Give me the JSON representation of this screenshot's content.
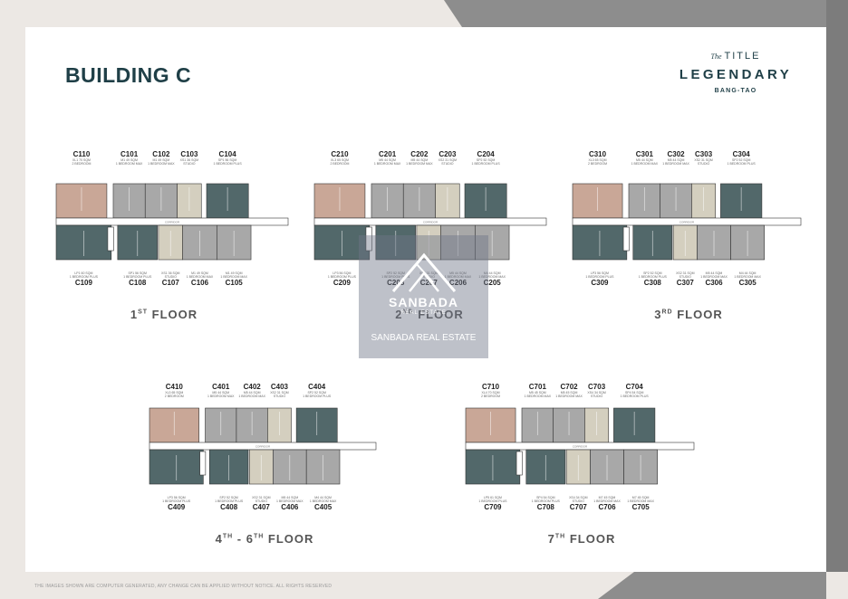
{
  "page": {
    "title": "BUILDING C",
    "footer_note": "THE IMAGES SHOWN ARE COMPUTER GENERATED, ANY CHANGE CAN BE APPLIED WITHOUT NOTICE. ALL RIGHTS RESERVED"
  },
  "logo": {
    "prefix": "The",
    "word": "TITLE",
    "main": "LEGENDARY",
    "sub": "BANG-TAO"
  },
  "colors": {
    "two_bedroom": "#c9a797",
    "one_bedroom_plus": "#52686a",
    "one_bedroom_max": "#a8a8a8",
    "studio": "#d4cfbf",
    "service": "#ffffff",
    "title": "#1f3f47"
  },
  "floors": [
    {
      "label": "1",
      "suffix": "ST",
      "word": "FLOOR",
      "wide": true,
      "corridor": "CORRIDOR",
      "top": [
        {
          "code": "C110",
          "size": "XL1 70 SQM",
          "type": "2 BEDROOM"
        },
        {
          "code": "C101",
          "size": "M1 49 SQM",
          "type": "1 BEDROOM MAX"
        },
        {
          "code": "C102",
          "size": "M1 49 SQM",
          "type": "1 BEDROOM MAX"
        },
        {
          "code": "C103",
          "size": "XS1 36 SQM",
          "type": "STUDIO"
        },
        {
          "code": "C104",
          "size": "SP1 56 SQM",
          "type": "1 BEDROOM PLUS"
        }
      ],
      "bottom": [
        {
          "code": "C109",
          "size": "LP1 60 SQM",
          "type": "1 BEDROOM PLUS"
        },
        {
          "code": "C108",
          "size": "SP1 56 SQM",
          "type": "1 BEDROOM PLUS"
        },
        {
          "code": "C107",
          "size": "XS1 36 SQM",
          "type": "STUDIO"
        },
        {
          "code": "C106",
          "size": "M1 49 SQM",
          "type": "1 BEDROOM MAX"
        },
        {
          "code": "C105",
          "size": "M1 49 SQM",
          "type": "1 BEDROOM MAX"
        }
      ]
    },
    {
      "label": "2",
      "suffix": "ND",
      "word": "FLOOR",
      "wide": true,
      "corridor": "CORRIDOR",
      "top": [
        {
          "code": "C210",
          "size": "XL3 65 SQM",
          "type": "2 BEDROOM"
        },
        {
          "code": "C201",
          "size": "M5 44 SQM",
          "type": "1 BEDROOM MAX"
        },
        {
          "code": "C202",
          "size": "M5 44 SQM",
          "type": "1 BEDROOM MAX"
        },
        {
          "code": "C203",
          "size": "XS2 31 SQM",
          "type": "STUDIO"
        },
        {
          "code": "C204",
          "size": "SP2 52 SQM",
          "type": "1 BEDROOM PLUS"
        }
      ],
      "bottom": [
        {
          "code": "C209",
          "size": "LP3 56 SQM",
          "type": "1 BEDROOM PLUS"
        },
        {
          "code": "C208",
          "size": "SP2 52 SQM",
          "type": "1 BEDROOM PLUS"
        },
        {
          "code": "C207",
          "size": "XS2 31 SQM",
          "type": "STUDIO"
        },
        {
          "code": "C206",
          "size": "M5 44 SQM",
          "type": "1 BEDROOM MAX"
        },
        {
          "code": "C205",
          "size": "M4 44 SQM",
          "type": "1 BEDROOM MAX"
        }
      ]
    },
    {
      "label": "3",
      "suffix": "RD",
      "word": "FLOOR",
      "wide": true,
      "corridor": "CORRIDOR",
      "top": [
        {
          "code": "C310",
          "size": "XL3 65 SQM",
          "type": "2 BEDROOM"
        },
        {
          "code": "C301",
          "size": "M5 44 SQM",
          "type": "1 BEDROOM MAX"
        },
        {
          "code": "C302",
          "size": "M5 44 SQM",
          "type": "1 BEDROOM MAX"
        },
        {
          "code": "C303",
          "size": "XS2 31 SQM",
          "type": "STUDIO"
        },
        {
          "code": "C304",
          "size": "SP2 52 SQM",
          "type": "1 BEDROOM PLUS"
        }
      ],
      "bottom": [
        {
          "code": "C309",
          "size": "LP3 56 SQM",
          "type": "1 BEDROOM PLUS"
        },
        {
          "code": "C308",
          "size": "SP2 52 SQM",
          "type": "1 BEDROOM PLUS"
        },
        {
          "code": "C307",
          "size": "XS2 31 SQM",
          "type": "STUDIO"
        },
        {
          "code": "C306",
          "size": "M5 44 SQM",
          "type": "1 BEDROOM MAX"
        },
        {
          "code": "C305",
          "size": "M4 44 SQM",
          "type": "1 BEDROOM MAX"
        }
      ]
    },
    {
      "label": "4",
      "suffix": "TH",
      "label2": "6",
      "suffix2": "TH",
      "word": "FLOOR",
      "wide": false,
      "corridor": "CORRIDOR",
      "top": [
        {
          "code": "C410",
          "size": "XL3 65 SQM",
          "type": "2 BEDROOM"
        },
        {
          "code": "C401",
          "size": "M5 44 SQM",
          "type": "1 BEDROOM MAX"
        },
        {
          "code": "C402",
          "size": "M5 44 SQM",
          "type": "1 BEDROOM MAX"
        },
        {
          "code": "C403",
          "size": "XS2 31 SQM",
          "type": "STUDIO"
        },
        {
          "code": "C404",
          "size": "SP2 52 SQM",
          "type": "1 BEDROOM PLUS"
        }
      ],
      "bottom": [
        {
          "code": "C409",
          "size": "LP3 56 SQM",
          "type": "1 BEDROOM PLUS"
        },
        {
          "code": "C408",
          "size": "SP2 52 SQM",
          "type": "1 BEDROOM PLUS"
        },
        {
          "code": "C407",
          "size": "XS2 31 SQM",
          "type": "STUDIO"
        },
        {
          "code": "C406",
          "size": "M5 44 SQM",
          "type": "1 BEDROOM MAX"
        },
        {
          "code": "C405",
          "size": "M4 44 SQM",
          "type": "1 BEDROOM MAX"
        }
      ]
    },
    {
      "label": "7",
      "suffix": "TH",
      "word": "FLOOR",
      "wide": false,
      "corridor": "CORRIDOR",
      "top": [
        {
          "code": "C710",
          "size": "XL4 70 SQM",
          "type": "2 BEDROOM"
        },
        {
          "code": "C701",
          "size": "M5 45 SQM",
          "type": "1 BEDROOM MAX"
        },
        {
          "code": "C702",
          "size": "M5 45 SQM",
          "type": "1 BEDROOM MAX"
        },
        {
          "code": "C703",
          "size": "XS4 34 SQM",
          "type": "STUDIO"
        },
        {
          "code": "C704",
          "size": "SP4 54 SQM",
          "type": "1 BEDROOM PLUS"
        }
      ],
      "bottom": [
        {
          "code": "C709",
          "size": "LP5 61 SQM",
          "type": "1 BEDROOM PLUS"
        },
        {
          "code": "C708",
          "size": "SP4 54 SQM",
          "type": "1 BEDROOM PLUS"
        },
        {
          "code": "C707",
          "size": "XS4 34 SQM",
          "type": "STUDIO"
        },
        {
          "code": "C706",
          "size": "M7 45 SQM",
          "type": "1 BEDROOM MAX"
        },
        {
          "code": "C705",
          "size": "M7 45 SQM",
          "type": "1 BEDROOM MAX"
        }
      ]
    }
  ],
  "watermark": {
    "brand": "SANBADA",
    "sub": "REAL ESTATE",
    "tagline": "SANBADA REAL ESTATE"
  }
}
